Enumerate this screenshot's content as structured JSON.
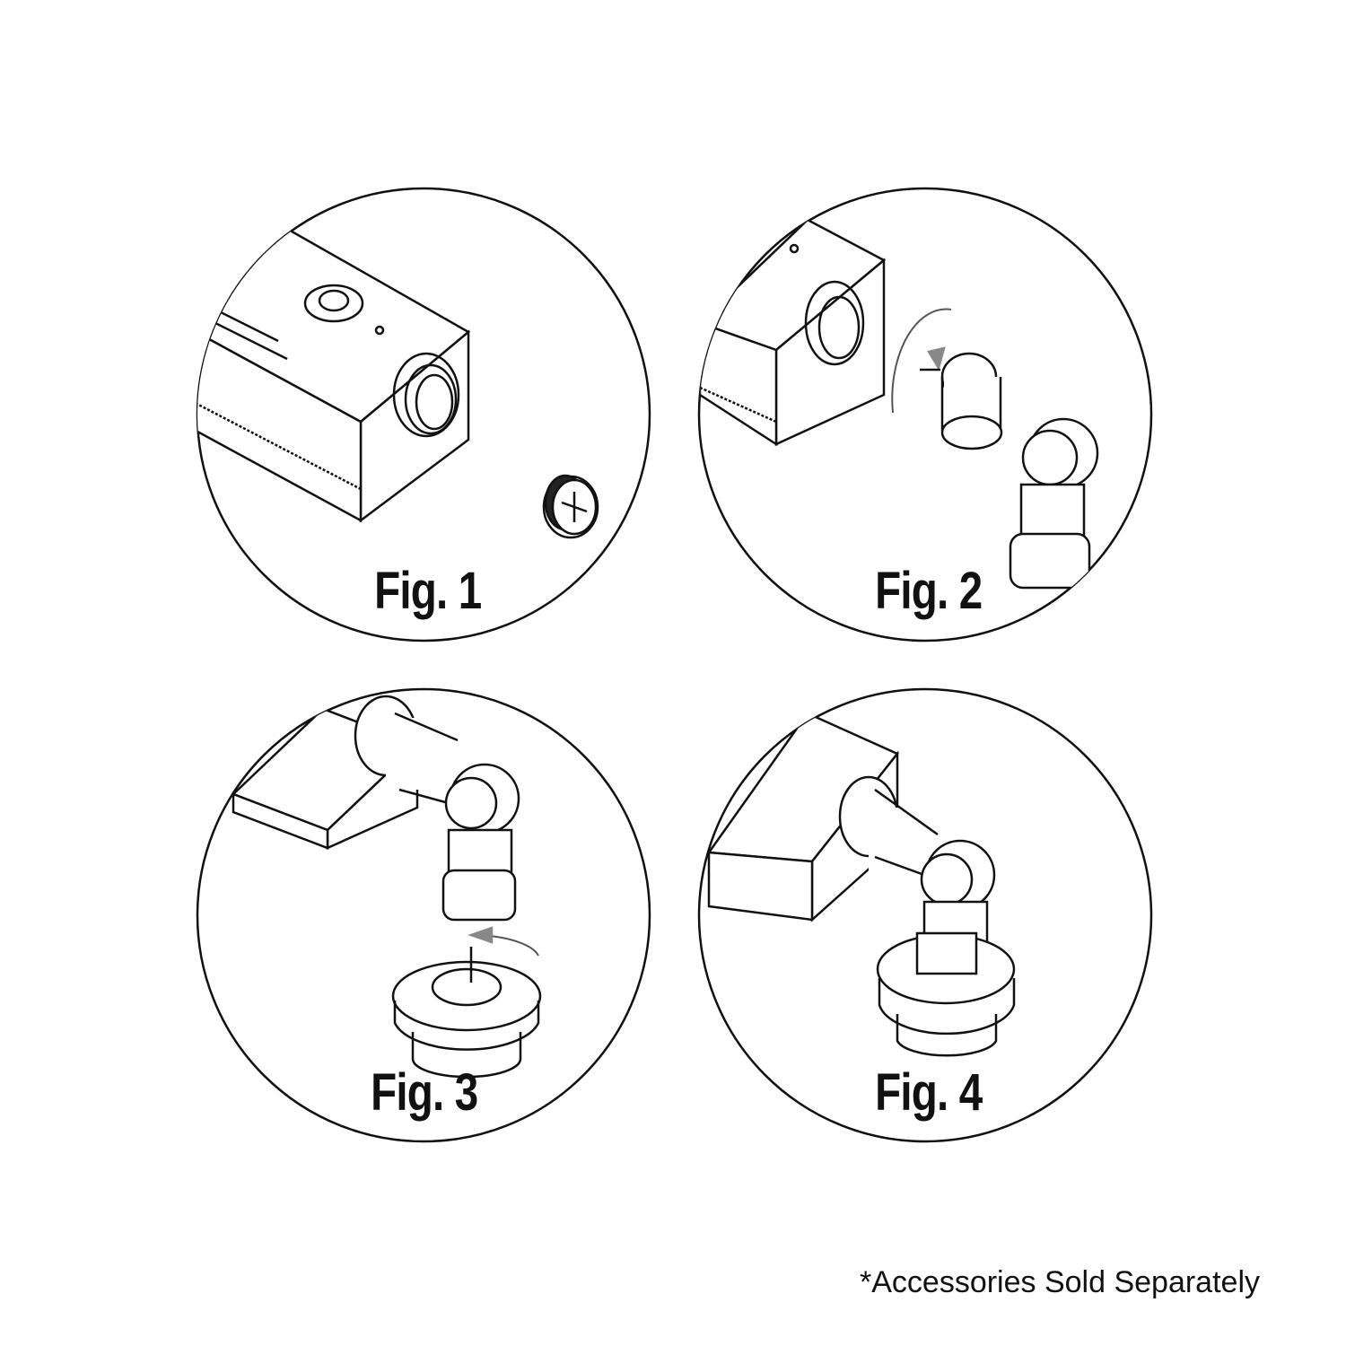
{
  "figures": [
    {
      "label": "Fig. 1"
    },
    {
      "label": "Fig. 2"
    },
    {
      "label": "Fig. 3"
    },
    {
      "label": "Fig. 4"
    }
  ],
  "footnote": "*Accessories Sold Separately",
  "colors": {
    "line": "#111111",
    "arrow": "#888888",
    "background": "#ffffff"
  }
}
